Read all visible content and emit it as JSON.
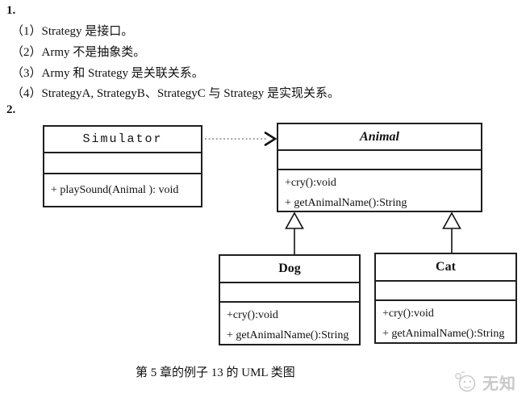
{
  "document": {
    "section1": {
      "label": "1.",
      "items": [
        "（1）Strategy 是接口。",
        "（2）Army 不是抽象类。",
        "（3）Army 和 Strategy 是关联关系。",
        "（4）StrategyA, StrategyB、StrategyC 与 Strategy 是实现关系。"
      ]
    },
    "section2": {
      "label": "2."
    },
    "caption": "第 5 章的例子 13 的 UML 类图"
  },
  "diagram": {
    "classes": [
      {
        "name": "Simulator",
        "abstract": false,
        "attributes": [],
        "methods": [
          "+ playSound(Animal ): void"
        ]
      },
      {
        "name": "Animal",
        "abstract": true,
        "attributes": [],
        "methods": [
          "+cry():void",
          "+ getAnimalName():String"
        ]
      },
      {
        "name": "Dog",
        "abstract": false,
        "attributes": [],
        "methods": [
          "+cry():void",
          "+ getAnimalName():String"
        ]
      },
      {
        "name": "Cat",
        "abstract": false,
        "attributes": [],
        "methods": [
          "+cry():void",
          "+ getAnimalName():String"
        ]
      }
    ],
    "relations": [
      {
        "type": "dependency",
        "from": "Simulator",
        "to": "Animal",
        "style": "dotted-open-arrow"
      },
      {
        "type": "generalization",
        "from": "Dog",
        "to": "Animal",
        "style": "solid-hollow-triangle"
      },
      {
        "type": "generalization",
        "from": "Cat",
        "to": "Animal",
        "style": "solid-hollow-triangle"
      }
    ]
  },
  "watermark": {
    "text": "无知",
    "color": "#c9c9c9"
  },
  "colors": {
    "background": "#ffffff",
    "ink": "#111111",
    "box_border": "#1f1f1f",
    "dotted_line": "#999999"
  }
}
